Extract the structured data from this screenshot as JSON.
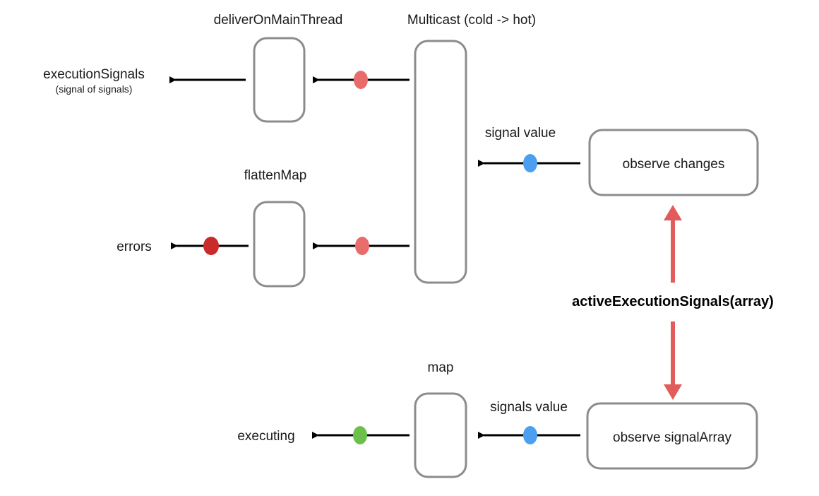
{
  "colors": {
    "box_stroke": "#8c8c8c",
    "arrow": "#000000",
    "value_red": "#e86c6c",
    "error_red": "#c92a2a",
    "value_blue": "#4a9ff0",
    "value_green": "#6cc04a",
    "relation_arrow": "#e35c5c"
  },
  "labels": {
    "deliver_on_main_thread": "deliverOnMainThread",
    "multicast": "Multicast (cold -> hot)",
    "execution_signals": "executionSignals",
    "execution_signals_sub": "(signal of signals)",
    "signal_value": "signal value",
    "flatten_map": "flattenMap",
    "errors": "errors",
    "active_execution_signals": "activeExecutionSignals(array)",
    "map": "map",
    "signals_value": "signals value",
    "executing": "executing"
  },
  "boxes": {
    "observe_changes": "observe changes",
    "observe_signal_array": "observe signalArray"
  }
}
